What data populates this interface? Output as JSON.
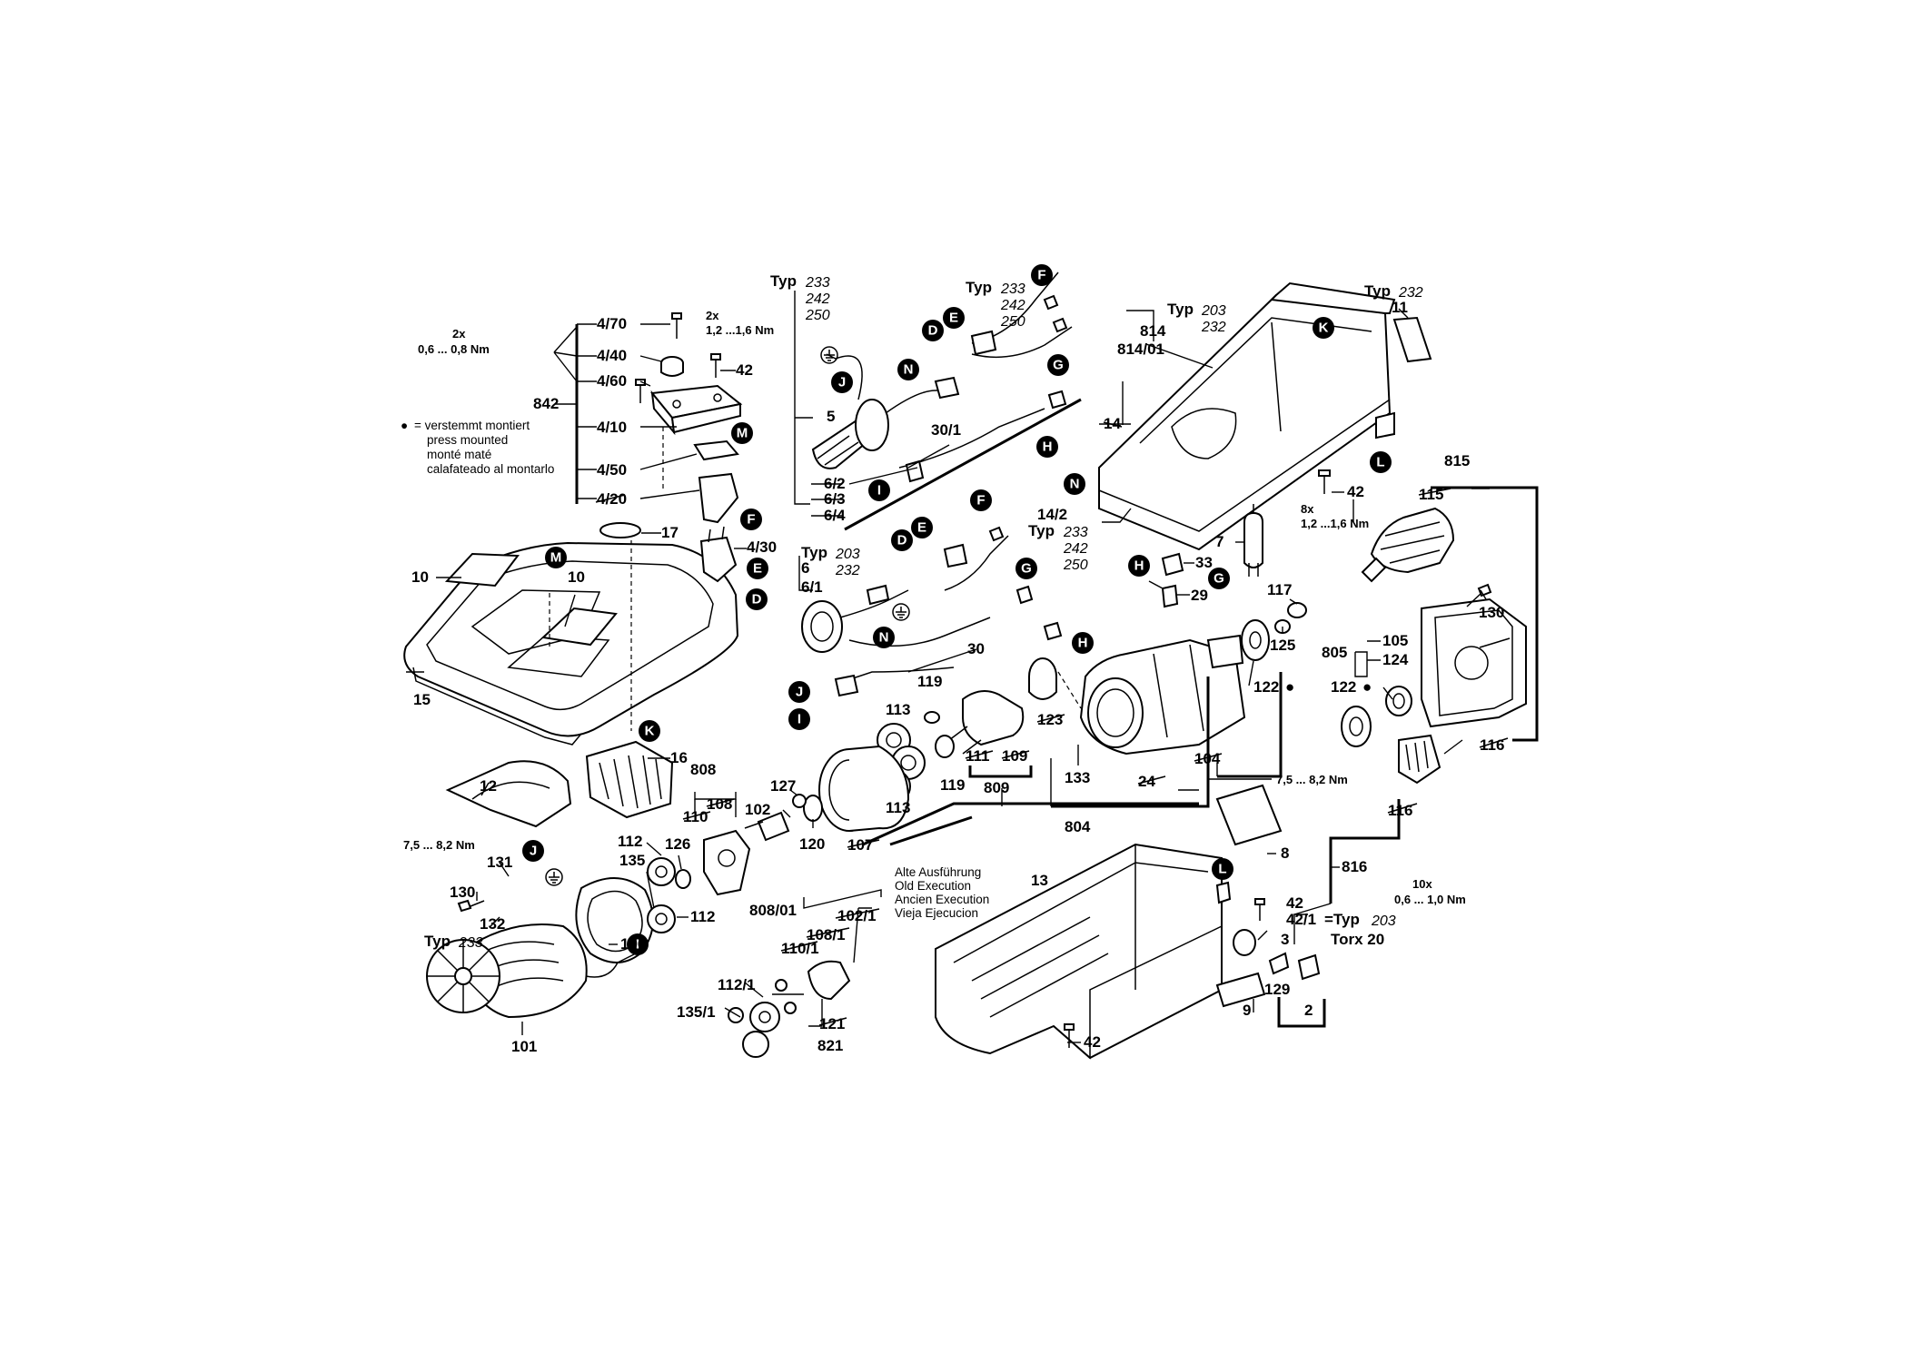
{
  "legend": {
    "bullet": "●",
    "line1": "= verstemmt montiert",
    "line2": "press mounted",
    "line3": "monté maté",
    "line4": "calafateado al montarlo"
  },
  "alte": {
    "de": "Alte Ausführung",
    "en": "Old Execution",
    "fr": "Ancien Execution",
    "es": "Vieja Ejecucion"
  },
  "torque": {
    "t1": "2x",
    "t1b": "0,6 ... 0,8 Nm",
    "t2": "2x",
    "t2b": "1,2 ...1,6 Nm",
    "t3": "8x",
    "t3b": "1,2 ...1,6 Nm",
    "t4": "7,5 ... 8,2 Nm",
    "t5": "7,5 ... 8,2 Nm",
    "t6": "10x",
    "t6b": "0,6 ... 1,0 Nm",
    "torx": "Torx 20"
  },
  "typ": {
    "word": "Typ",
    "a1": "233",
    "a2": "242",
    "a3": "250",
    "b1": "233",
    "b2": "242",
    "b3": "250",
    "c1": "203",
    "c2": "232",
    "d1": "232",
    "e1": "233",
    "e2": "242",
    "e3": "250",
    "f1": "203",
    "f2": "232",
    "g1": "233",
    "h1": "=Typ",
    "h2": "203"
  },
  "markers": {
    "M": "M",
    "F": "F",
    "E": "E",
    "D": "D",
    "K": "K",
    "J": "J",
    "N": "N",
    "I": "I",
    "G": "G",
    "H": "H",
    "L": "L"
  },
  "labels": {
    "p4_70": "4/70",
    "p4_40": "4/40",
    "p4_60": "4/60",
    "p842": "842",
    "p4_10": "4/10",
    "p4_50": "4/50",
    "p4_20": "4/20",
    "p42a": "42",
    "p4_30": "4/30",
    "p17": "17",
    "p10a": "10",
    "p10b": "10",
    "p15": "15",
    "p12": "12",
    "p16": "16",
    "p5": "5",
    "p30_1": "30/1",
    "p6_2": "6/2",
    "p6_3": "6/3",
    "p6_4": "6/4",
    "p6": "6",
    "p6_1": "6/1",
    "p30": "30",
    "p814": "814",
    "p814_01": "814/01",
    "p11": "11",
    "p14": "14",
    "p14_2": "14/2",
    "p42b": "42",
    "p815": "815",
    "p115": "115",
    "p7": "7",
    "p33": "33",
    "p29": "29",
    "p117": "117",
    "p125": "125",
    "p130a": "130",
    "p805": "805",
    "p105": "105",
    "p124": "124",
    "p122a": "122",
    "p122b": "122",
    "p116a": "116",
    "p116b": "116",
    "p119a": "119",
    "p119b": "119",
    "p113a": "113",
    "p113b": "113",
    "p123": "123",
    "p111": "111",
    "p109": "109",
    "p809": "809",
    "p133": "133",
    "p104": "104",
    "p24": "24",
    "p808": "808",
    "p108": "108",
    "p110": "110",
    "p127": "127",
    "p102": "102",
    "p120": "120",
    "p107": "107",
    "p804": "804",
    "p112a": "112",
    "p126": "126",
    "p135": "135",
    "p112b": "112",
    "p131": "131",
    "p130b": "130",
    "p132": "132",
    "p106": "106",
    "p101": "101",
    "p808_01": "808/01",
    "p102_1": "102/1",
    "p108_1": "108/1",
    "p110_1": "110/1",
    "p112_1": "112/1",
    "p135_1": "135/1",
    "p121": "121",
    "p821": "821",
    "p8": "8",
    "p13": "13",
    "p816": "816",
    "p42c": "42",
    "p42_1": "42/1",
    "p3": "3",
    "p129": "129",
    "p2": "2",
    "p9": "9",
    "p42d": "42"
  }
}
